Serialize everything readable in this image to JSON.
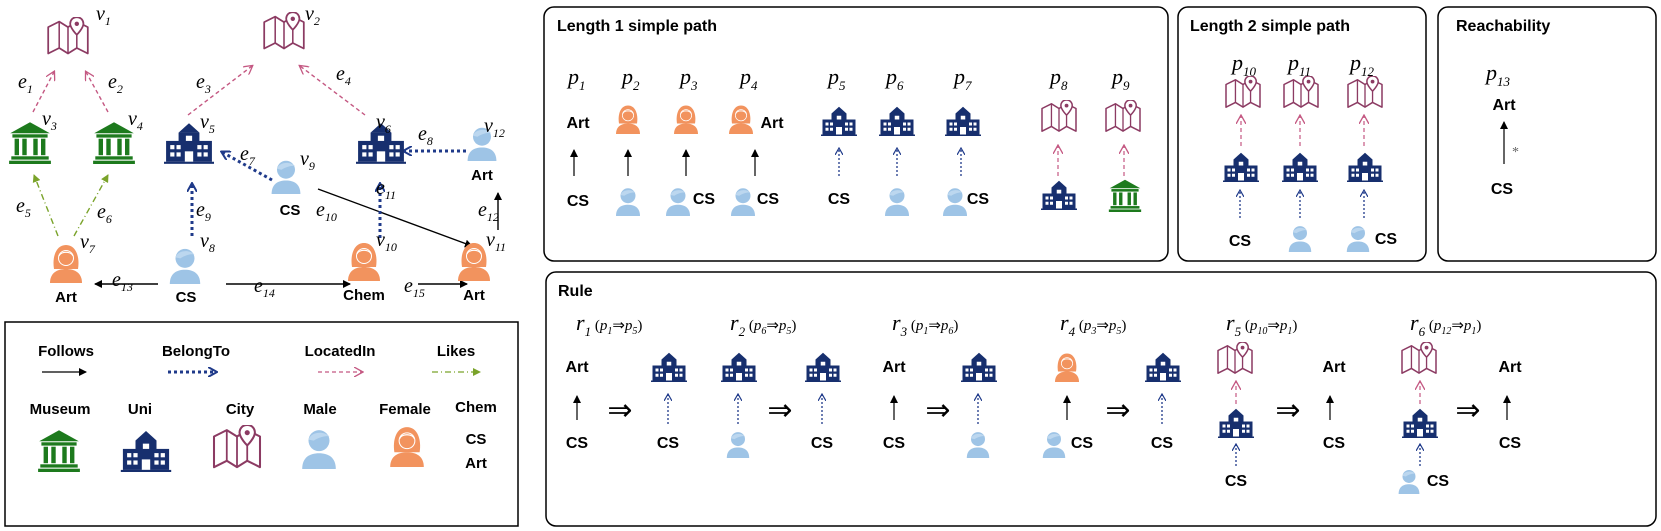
{
  "colors": {
    "museum": "#1d7a1d",
    "uni": "#172f6e",
    "city": "#8c3b63",
    "male": "#9ec4e6",
    "female": "#f2935e",
    "follows": "#000000",
    "belongto": "#1f3a8a",
    "locatedin": "#c45882",
    "likes": "#7aa32a"
  },
  "graph": {
    "nodes": {
      "v1": {
        "base": "v",
        "sub": "1",
        "icon": "city-icon"
      },
      "v2": {
        "base": "v",
        "sub": "2",
        "icon": "city-icon"
      },
      "v3": {
        "base": "v",
        "sub": "3",
        "icon": "museum-icon"
      },
      "v4": {
        "base": "v",
        "sub": "4",
        "icon": "museum-icon"
      },
      "v5": {
        "base": "v",
        "sub": "5",
        "icon": "uni-icon"
      },
      "v6": {
        "base": "v",
        "sub": "6",
        "icon": "uni-icon"
      },
      "v7": {
        "base": "v",
        "sub": "7",
        "icon": "female-icon",
        "label": "Art"
      },
      "v8": {
        "base": "v",
        "sub": "8",
        "icon": "male-icon",
        "label": "CS"
      },
      "v9": {
        "base": "v",
        "sub": "9",
        "icon": "male-icon",
        "label": "CS"
      },
      "v10": {
        "base": "v",
        "sub": "10",
        "icon": "female-icon",
        "label": "Chem"
      },
      "v11": {
        "base": "v",
        "sub": "11",
        "icon": "female-icon",
        "label": "Art"
      },
      "v12": {
        "base": "v",
        "sub": "12",
        "icon": "male-icon",
        "label": "Art"
      }
    },
    "edges": {
      "e1": {
        "base": "e",
        "sub": "1"
      },
      "e2": {
        "base": "e",
        "sub": "2"
      },
      "e3": {
        "base": "e",
        "sub": "3"
      },
      "e4": {
        "base": "e",
        "sub": "4"
      },
      "e5": {
        "base": "e",
        "sub": "5"
      },
      "e6": {
        "base": "e",
        "sub": "6"
      },
      "e7": {
        "base": "e",
        "sub": "7"
      },
      "e8": {
        "base": "e",
        "sub": "8"
      },
      "e9": {
        "base": "e",
        "sub": "9"
      },
      "e10": {
        "base": "e",
        "sub": "10"
      },
      "e11": {
        "base": "e",
        "sub": "11"
      },
      "e12": {
        "base": "e",
        "sub": "12"
      },
      "e13": {
        "base": "e",
        "sub": "13"
      },
      "e14": {
        "base": "e",
        "sub": "14"
      },
      "e15": {
        "base": "e",
        "sub": "15"
      }
    }
  },
  "legend": {
    "follows": "Follows",
    "belongto": "BelongTo",
    "locatedin": "LocatedIn",
    "likes": "Likes",
    "museum": "Museum",
    "uni": "Uni",
    "city": "City",
    "male": "Male",
    "female": "Female",
    "labels": [
      "Chem",
      "CS",
      "Art"
    ]
  },
  "panels": {
    "length1": {
      "title": "Length 1 simple path",
      "paths": [
        {
          "base": "p",
          "sub": "1",
          "top": "Art",
          "bottom": "CS"
        },
        {
          "base": "p",
          "sub": "2",
          "top": "",
          "bottom": ""
        },
        {
          "base": "p",
          "sub": "3",
          "top": "",
          "bottom": "CS"
        },
        {
          "base": "p",
          "sub": "4",
          "top": "Art",
          "bottom": "CS"
        },
        {
          "base": "p",
          "sub": "5",
          "top": "",
          "bottom": "CS"
        },
        {
          "base": "p",
          "sub": "6",
          "top": "",
          "bottom": ""
        },
        {
          "base": "p",
          "sub": "7",
          "top": "",
          "bottom": "CS"
        },
        {
          "base": "p",
          "sub": "8",
          "top": "",
          "bottom": ""
        },
        {
          "base": "p",
          "sub": "9",
          "top": "",
          "bottom": ""
        }
      ]
    },
    "length2": {
      "title": "Length 2 simple path",
      "paths": [
        {
          "base": "p",
          "sub": "10",
          "bottom": "CS"
        },
        {
          "base": "p",
          "sub": "11",
          "bottom": ""
        },
        {
          "base": "p",
          "sub": "12",
          "bottom": "CS"
        }
      ]
    },
    "reach": {
      "title": "Reachability",
      "path": {
        "base": "p",
        "sub": "13",
        "top": "Art",
        "bottom": "CS",
        "star": "*"
      }
    },
    "rule": {
      "title": "Rule",
      "arrow": "⇒",
      "rules": [
        {
          "base": "r",
          "sub": "1",
          "lhs": {
            "b": "p",
            "s": "1"
          },
          "rhs": {
            "b": "p",
            "s": "5"
          }
        },
        {
          "base": "r",
          "sub": "2",
          "lhs": {
            "b": "p",
            "s": "6"
          },
          "rhs": {
            "b": "p",
            "s": "5"
          }
        },
        {
          "base": "r",
          "sub": "3",
          "lhs": {
            "b": "p",
            "s": "1"
          },
          "rhs": {
            "b": "p",
            "s": "6"
          }
        },
        {
          "base": "r",
          "sub": "4",
          "lhs": {
            "b": "p",
            "s": "3"
          },
          "rhs": {
            "b": "p",
            "s": "5"
          }
        },
        {
          "base": "r",
          "sub": "5",
          "lhs": {
            "b": "p",
            "s": "10"
          },
          "rhs": {
            "b": "p",
            "s": "1"
          }
        },
        {
          "base": "r",
          "sub": "6",
          "lhs": {
            "b": "p",
            "s": "12"
          },
          "rhs": {
            "b": "p",
            "s": "1"
          }
        }
      ],
      "labels": {
        "art": "Art",
        "cs": "CS"
      }
    }
  }
}
